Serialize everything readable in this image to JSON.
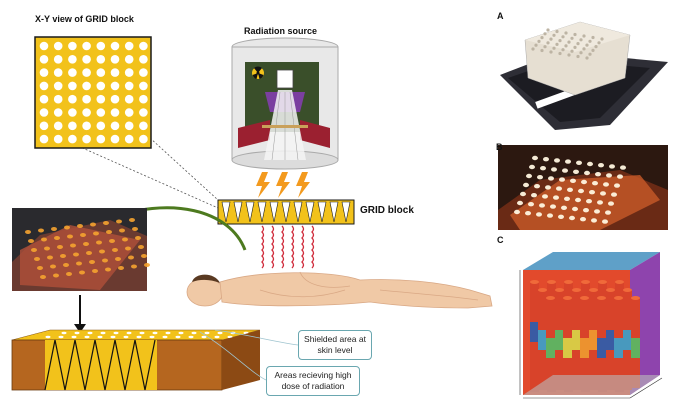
{
  "titles": {
    "grid_view": "X-Y view of GRID block",
    "radiation_source": "Radiation source",
    "grid_block": "GRID block"
  },
  "callouts": {
    "shielded": "Shielded area at skin level",
    "high_dose": "Areas recieving high dose of  radiation"
  },
  "panels": {
    "a": "A",
    "b": "B",
    "c": "C"
  },
  "colors": {
    "grid_yellow": "#f2c21b",
    "grid_outline": "#1a1a1a",
    "source_purple": "#7b3fa0",
    "source_red": "#9b2030",
    "source_green": "#3a4f2a",
    "lightning": "#f39a1e",
    "wave_red": "#d02a3a",
    "arrow_green": "#4d7a1f",
    "skin": "#f0c9a6",
    "block_brown": "#b5661f",
    "callout_border": "#6aa7b0"
  },
  "icons": [
    "radiation-trefoil-icon",
    "lightning-bolt-icon",
    "wavy-beam-icon",
    "curved-arrow-icon",
    "down-arrow-icon"
  ]
}
